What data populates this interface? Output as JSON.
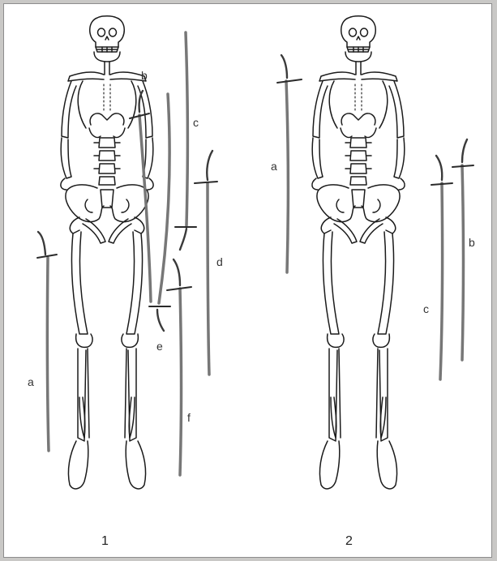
{
  "panels": [
    {
      "number": "1",
      "swords": [
        {
          "label": "a"
        },
        {
          "label": "b"
        },
        {
          "label": "c"
        },
        {
          "label": "d"
        },
        {
          "label": "e"
        },
        {
          "label": "f"
        }
      ]
    },
    {
      "number": "2",
      "swords": [
        {
          "label": "a"
        },
        {
          "label": "b"
        },
        {
          "label": "c"
        }
      ]
    }
  ],
  "colors": {
    "background": "#c9c8c6",
    "panel": "#ffffff",
    "bone_outline": "#1b1b1b",
    "sword": "#777777"
  }
}
